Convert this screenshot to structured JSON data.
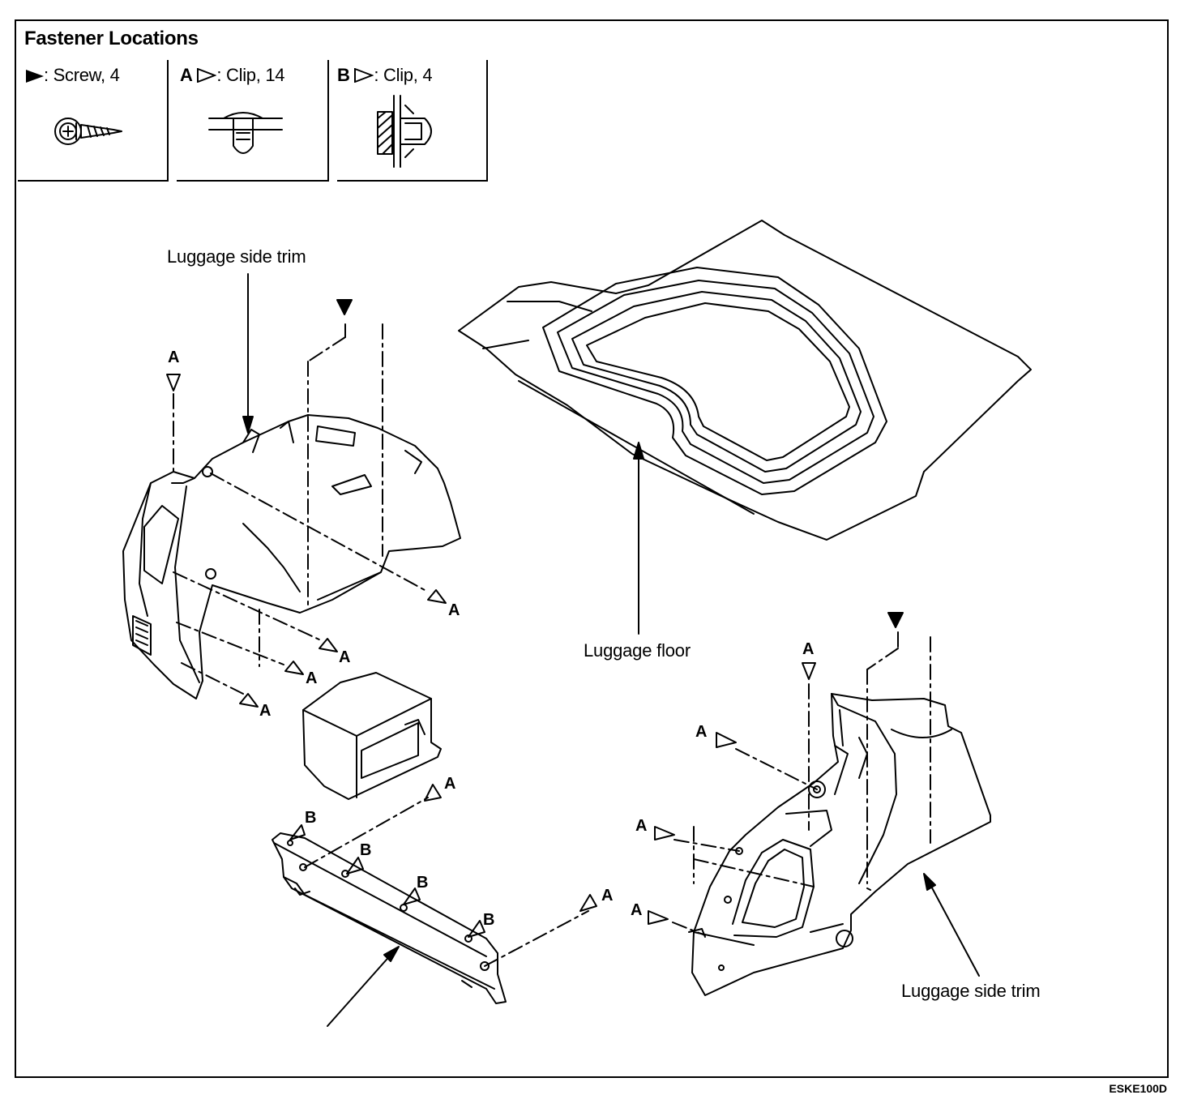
{
  "title": "Fastener Locations",
  "legend": [
    {
      "prefix": "",
      "label": ": Screw, 4",
      "icon": "screw-icon"
    },
    {
      "prefix": "A",
      "label": ": Clip, 14",
      "icon": "push-clip-icon"
    },
    {
      "prefix": "B",
      "label": ": Clip, 4",
      "icon": "side-clip-icon"
    }
  ],
  "callouts": {
    "side_trim_left": "Luggage side trim",
    "luggage_floor": "Luggage floor",
    "side_trim_right": "Luggage side trim"
  },
  "markers": {
    "clip_a": "A",
    "clip_b": "B"
  },
  "figure_code": "ESKE100D"
}
